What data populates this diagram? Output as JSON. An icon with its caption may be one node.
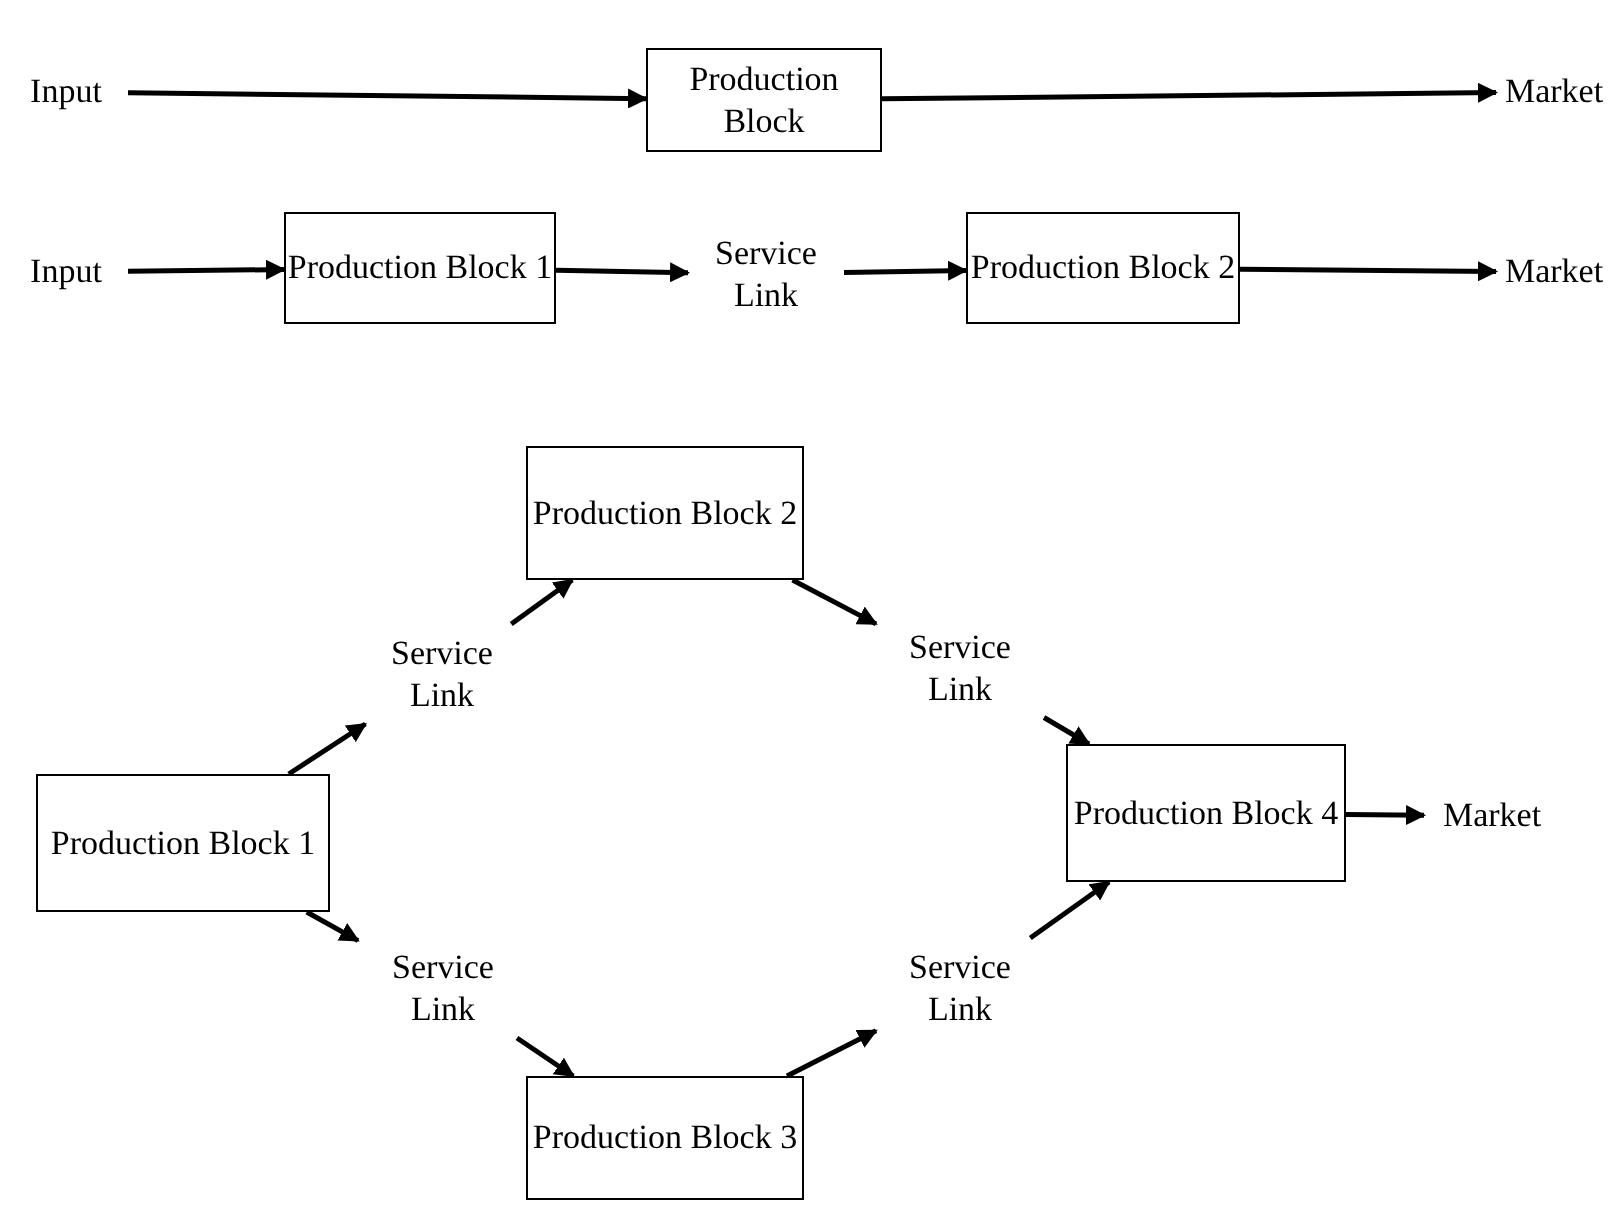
{
  "diagram": {
    "nodes": [
      {
        "text": [
          "Input"
        ]
      },
      {
        "text": [
          "Production Block"
        ]
      },
      {
        "text": [
          "Market"
        ]
      },
      {
        "text": [
          "Input"
        ]
      },
      {
        "text": [
          "Production Block 1"
        ]
      },
      {
        "text": [
          "Service Link"
        ]
      },
      {
        "text": [
          "Production Block 2"
        ]
      },
      {
        "text": [
          "Market"
        ]
      },
      {
        "text": [
          "Production Block 2"
        ]
      },
      {
        "text": [
          "Service Link"
        ]
      },
      {
        "text": [
          "Service Link"
        ]
      },
      {
        "text": [
          "Production Block 1"
        ]
      },
      {
        "text": [
          "Production Block 4"
        ]
      },
      {
        "text": [
          "Market"
        ]
      },
      {
        "text": [
          "Service Link"
        ]
      },
      {
        "text": [
          "Service Link"
        ]
      },
      {
        "text": [
          "Production Block 3"
        ]
      }
    ],
    "edges": [
      {
        "from": 0,
        "to": 1,
        "arrow": "to"
      },
      {
        "from": 1,
        "to": 2,
        "arrow": "to"
      },
      {
        "from": 3,
        "to": 4,
        "arrow": "to"
      },
      {
        "from": 4,
        "to": 5,
        "arrow": "to"
      },
      {
        "from": 5,
        "to": 6,
        "arrow": "to"
      },
      {
        "from": 6,
        "to": 7,
        "arrow": "to"
      },
      {
        "from": 11,
        "to": 9,
        "arrow": "to"
      },
      {
        "from": 9,
        "to": 8,
        "arrow": "to"
      },
      {
        "from": 8,
        "to": 10,
        "arrow": "to"
      },
      {
        "from": 10,
        "to": 12,
        "arrow": "to"
      },
      {
        "from": 12,
        "to": 13,
        "arrow": "to"
      },
      {
        "from": 11,
        "to": 14,
        "arrow": "to"
      },
      {
        "from": 14,
        "to": 16,
        "arrow": "to"
      },
      {
        "from": 16,
        "to": 15,
        "arrow": "to"
      },
      {
        "from": 15,
        "to": 12,
        "arrow": "to"
      }
    ]
  }
}
